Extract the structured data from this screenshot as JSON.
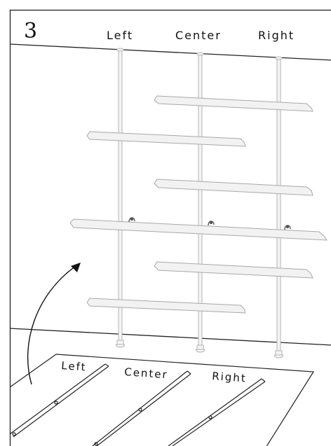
{
  "step": {
    "number": "3"
  },
  "column_labels": {
    "left": "Left",
    "center": "Center",
    "right": "Right"
  },
  "floor_rail_labels": {
    "left": "Left",
    "center": "Center",
    "right": "Right"
  }
}
